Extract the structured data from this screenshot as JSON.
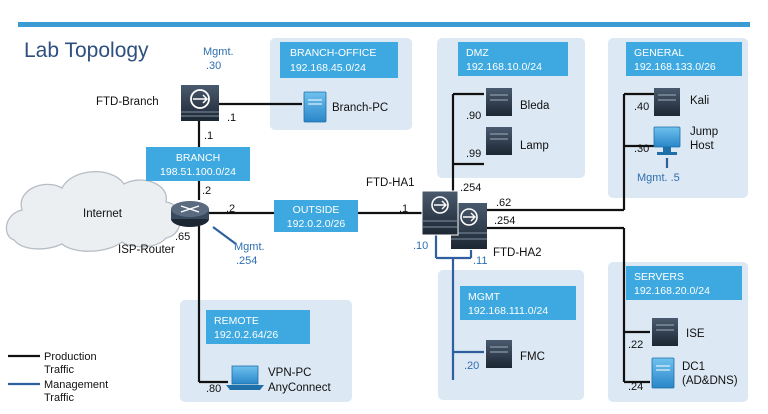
{
  "title": "Lab Topology",
  "colors": {
    "header_bar": "#3a9bd5",
    "zone_fill": "#dce8f3",
    "label_box": "#3ea9e0",
    "production_line": "#111111",
    "management_line": "#2f5f9f"
  },
  "devices": {
    "ftd_branch": "FTD-Branch",
    "internet": "Internet",
    "isp_router": "ISP-Router",
    "ftd_ha1": "FTD-HA1",
    "ftd_ha2": "FTD-HA2",
    "branch_pc": "Branch-PC",
    "bleda": "Bleda",
    "lamp": "Lamp",
    "kali": "Kali",
    "jump_host": [
      "Jump",
      "Host"
    ],
    "fmc": "FMC",
    "ise": "ISE",
    "dc1": [
      "DC1",
      "(AD&DNS)"
    ],
    "vpn_pc": [
      "VPN-PC",
      "AnyConnect"
    ]
  },
  "networks": {
    "branch_office": {
      "name": "BRANCH-OFFICE",
      "subnet": "192.168.45.0/24"
    },
    "branch": {
      "name": "BRANCH",
      "subnet": "198.51.100.0/24"
    },
    "outside": {
      "name": "OUTSIDE",
      "subnet": "192.0.2.0/26"
    },
    "dmz": {
      "name": "DMZ",
      "subnet": "192.168.10.0/24"
    },
    "general": {
      "name": "GENERAL",
      "subnet": "192.168.133.0/26"
    },
    "mgmt": {
      "name": "MGMT",
      "subnet": "192.168.111.0/24"
    },
    "servers": {
      "name": "SERVERS",
      "subnet": "192.168.20.0/24"
    },
    "remote": {
      "name": "REMOTE",
      "subnet": "192.0.2.64/26"
    }
  },
  "addresses": {
    "branch_mgmt": [
      "Mgmt.",
      ".30"
    ],
    "branch_inside": ".1",
    "branch_outside": ".1",
    "isp_branch": ".2",
    "isp_outside": ".2",
    "isp_remote": ".65",
    "isp_mgmt": [
      "Mgmt.",
      ".254"
    ],
    "ha_outside": ".1",
    "ha_dmz": ".254",
    "ha_general": ".62",
    "ha_servers": ".254",
    "ha1_mgmt": ".10",
    "ha2_mgmt": ".11",
    "bleda": ".90",
    "lamp": ".99",
    "kali": ".40",
    "jump": ".30",
    "jump_mgmt": "Mgmt. .5",
    "fmc": ".20",
    "ise": ".22",
    "dc1": ".24",
    "vpn": ".80"
  },
  "legend": {
    "production": [
      "Production",
      "Traffic"
    ],
    "management": [
      "Management",
      "Traffic"
    ]
  }
}
